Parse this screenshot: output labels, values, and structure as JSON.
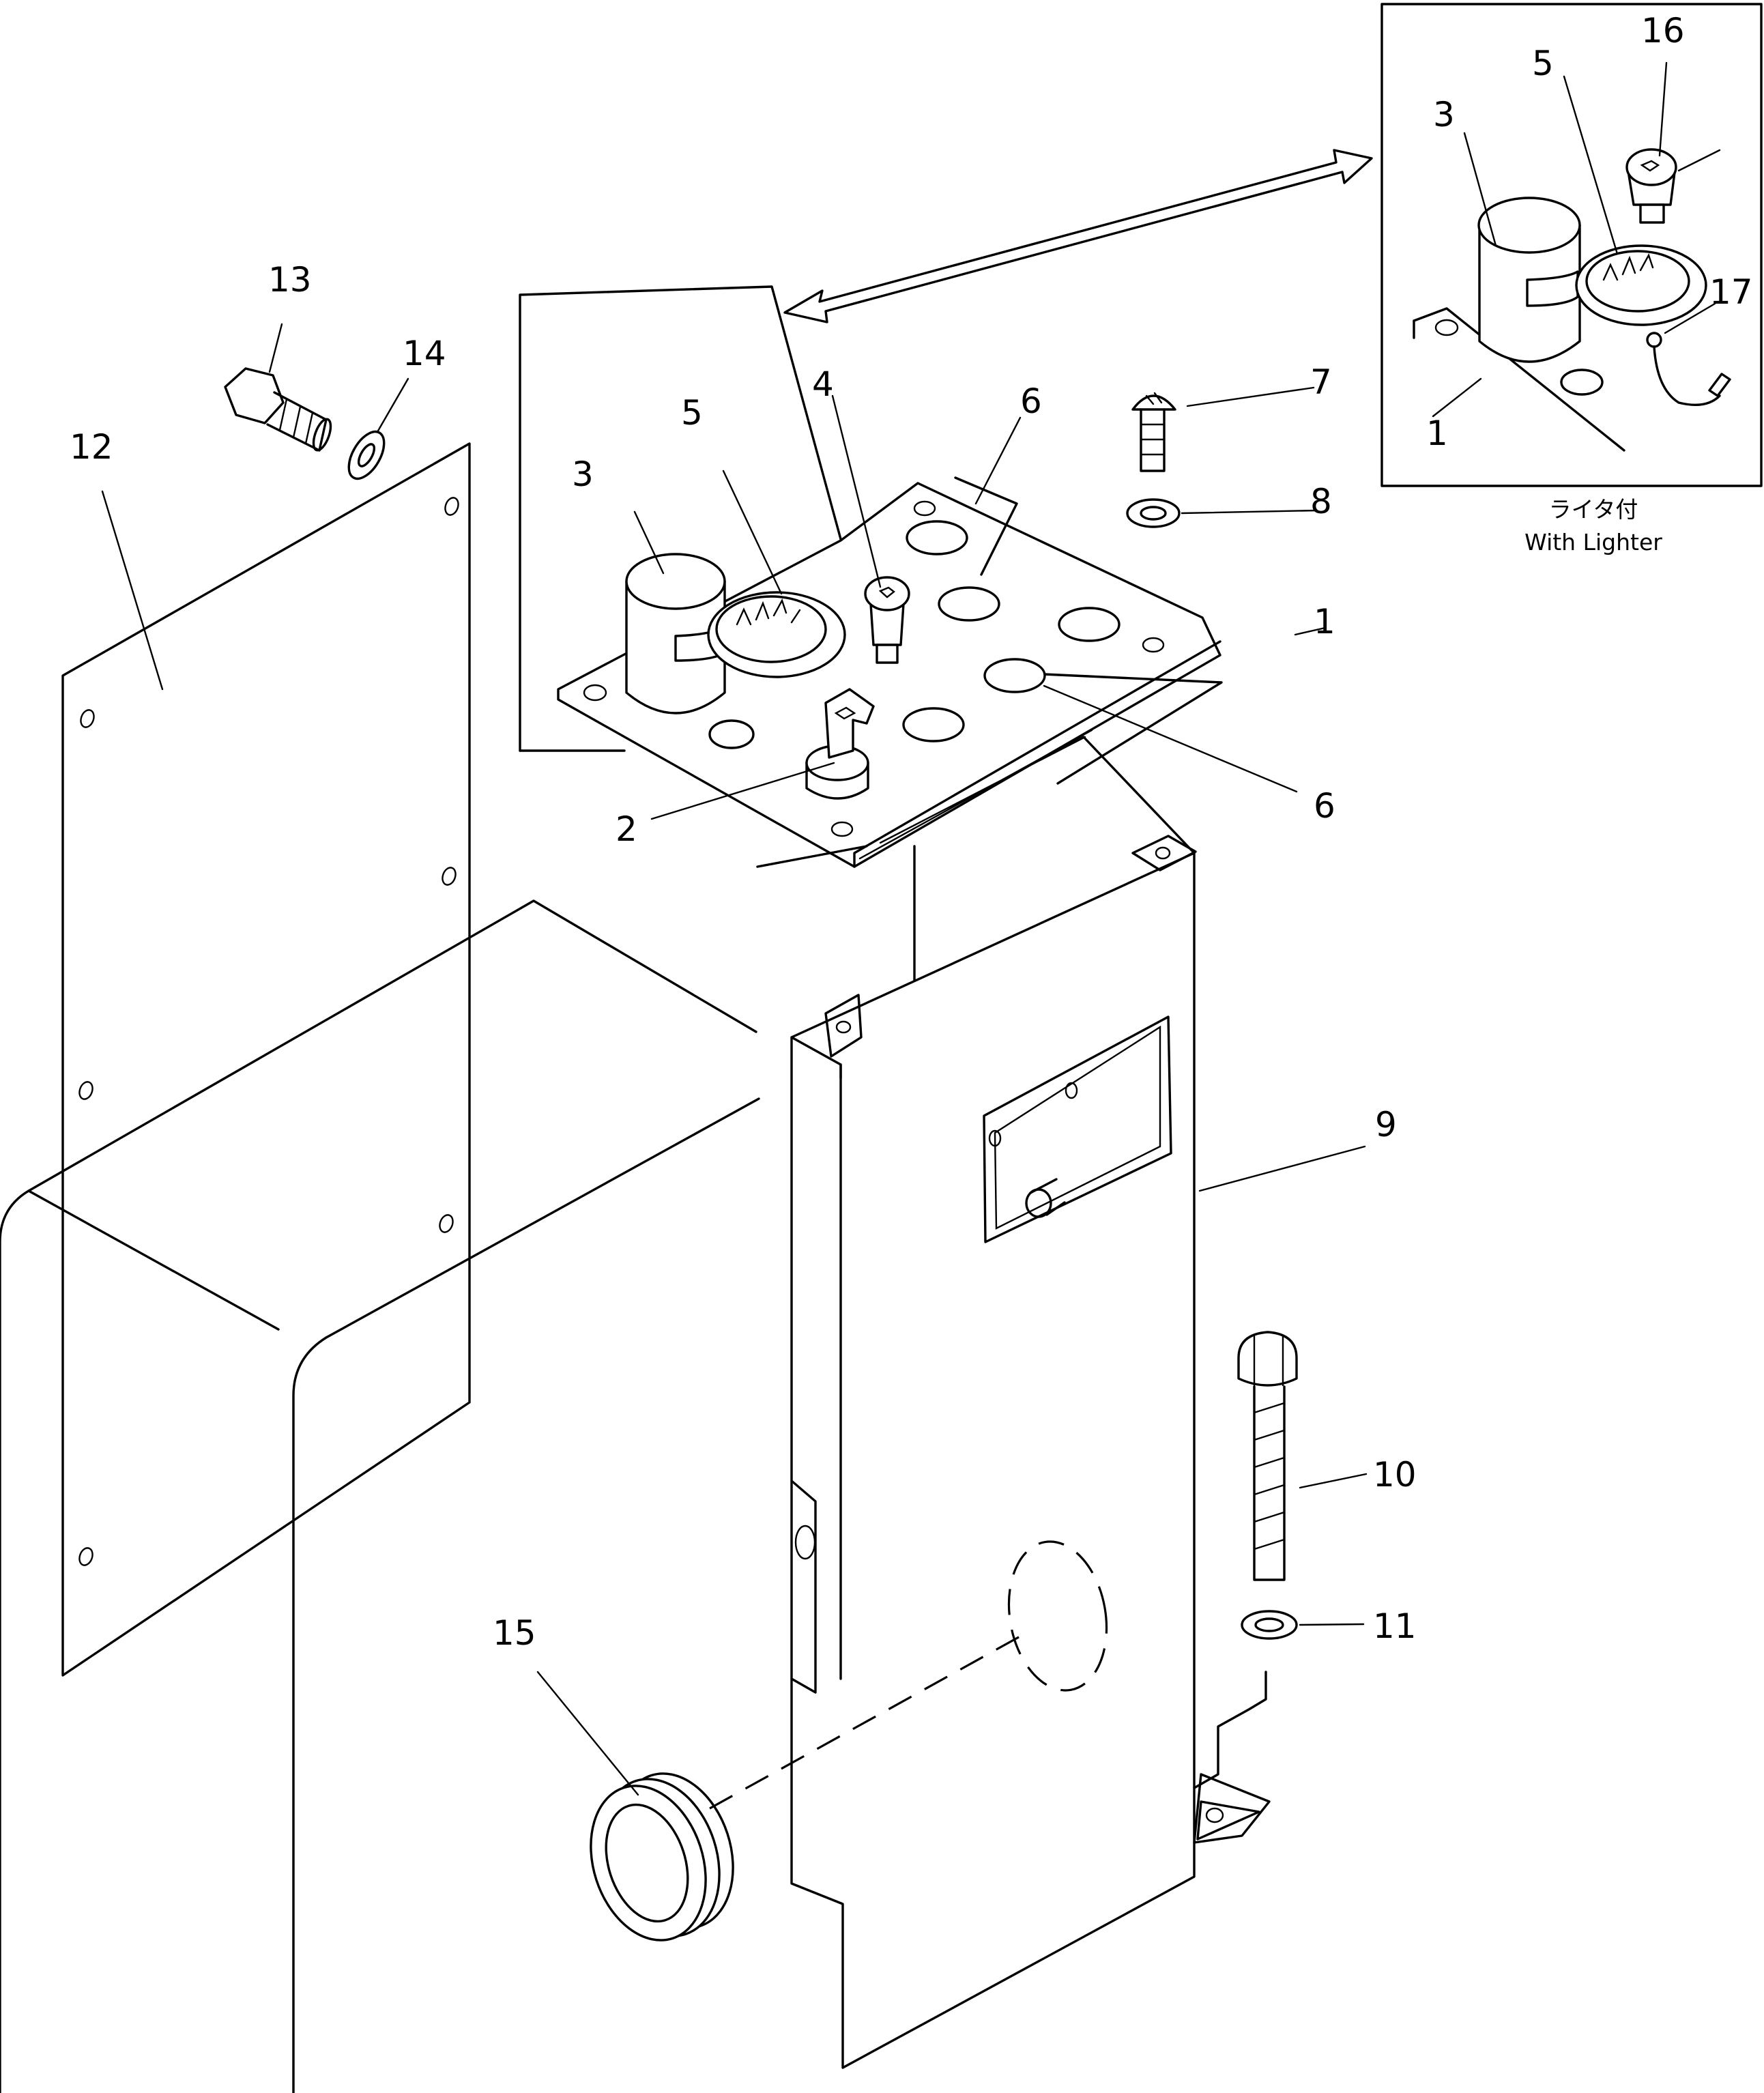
{
  "callouts": {
    "c1": "1",
    "c2": "2",
    "c3": "3",
    "c4": "4",
    "c5": "5",
    "c6a": "6",
    "c6b": "6",
    "c7": "7",
    "c8": "8",
    "c9": "9",
    "c10": "10",
    "c11": "11",
    "c12": "12",
    "c13": "13",
    "c14": "14",
    "c15": "15",
    "i1": "1",
    "i3": "3",
    "i5": "5",
    "i16": "16",
    "i17": "17"
  },
  "inset_caption": {
    "japanese": "ライタ付",
    "english": "With Lighter"
  }
}
